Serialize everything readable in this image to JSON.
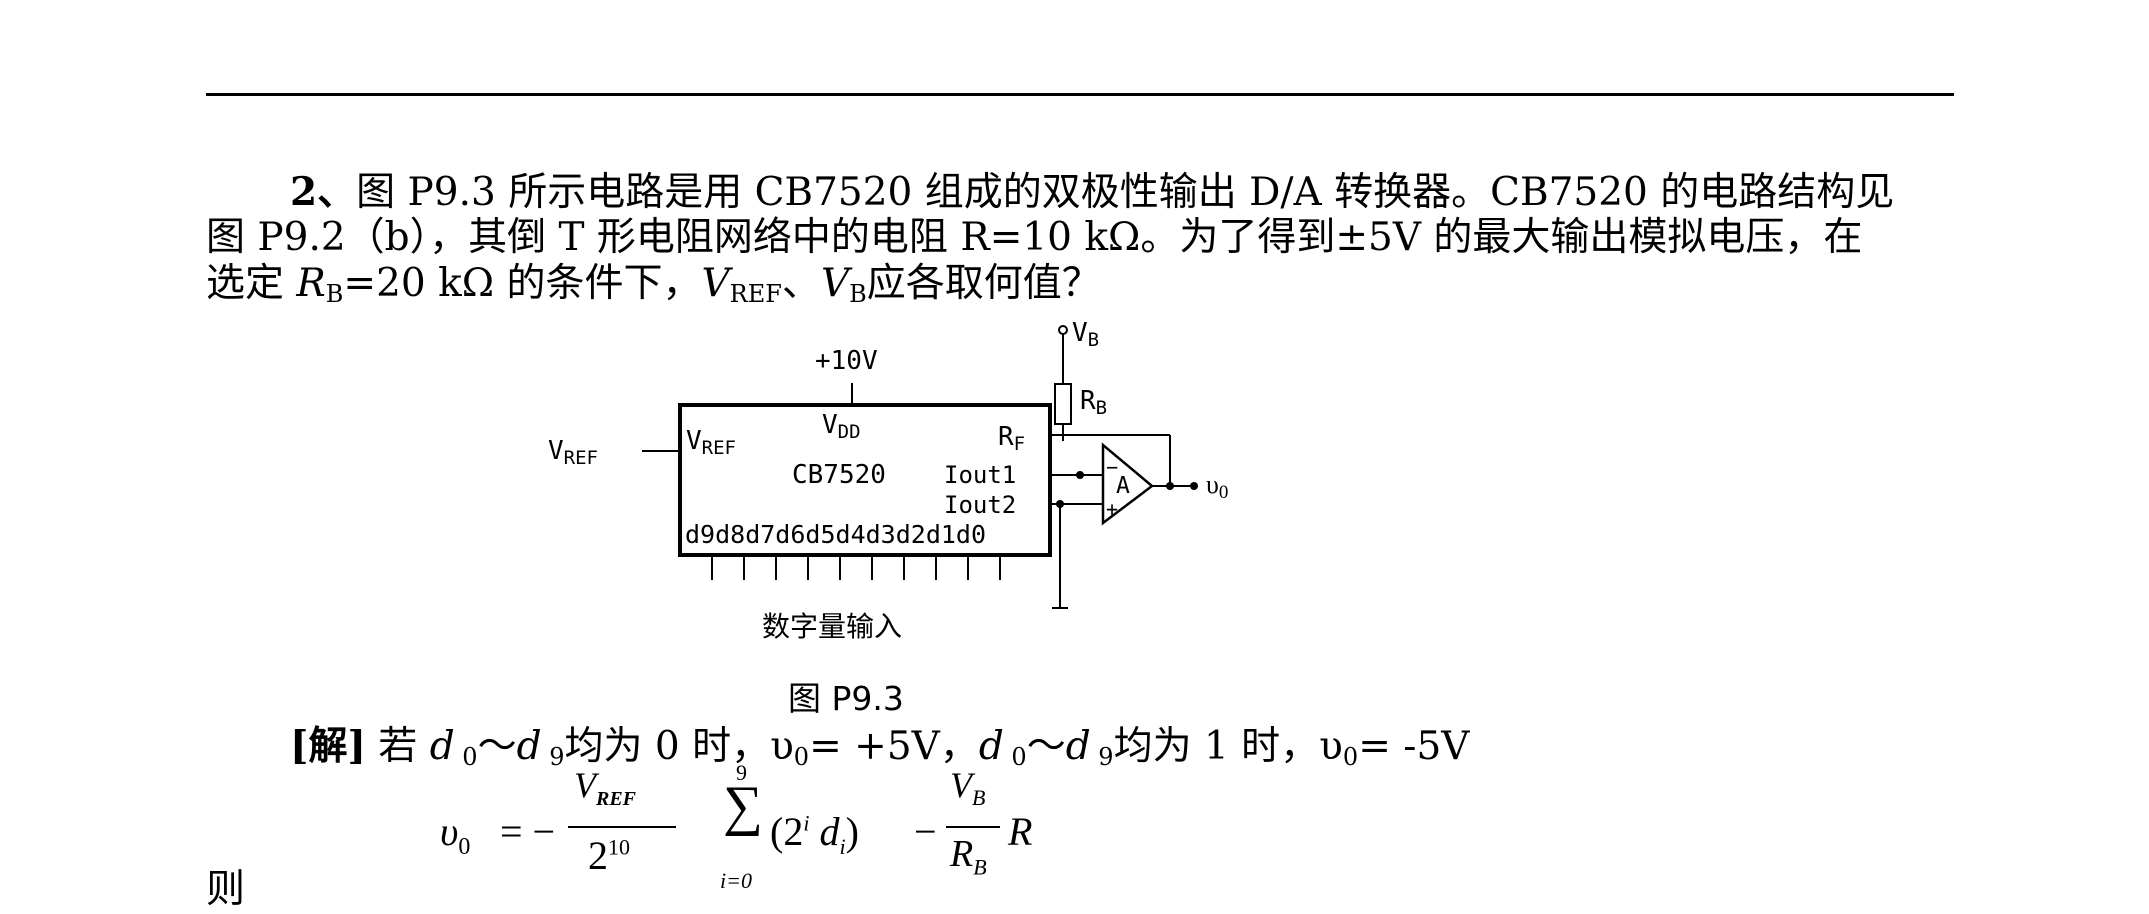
{
  "problem": {
    "line1_number": "2、",
    "line1_text": "图 P9.3 所示电路是用 CB7520 组成的双极性输出 D/A 转换器。CB7520 的电路结构见",
    "line2_text": "图 P9.2（b），其倒 T 形电阻网络中的电阻 R=10 kΩ。为了得到±5V 的最大输出模拟电压，在",
    "line3_a": "选定 ",
    "line3_R": "R",
    "line3_Rsub": "B",
    "line3_b": "=20 kΩ 的条件下，",
    "line3_V1": "V",
    "line3_V1sub": "REF",
    "line3_c": "、",
    "line3_V2": "V",
    "line3_V2sub": "B",
    "line3_d": "应各取何值？"
  },
  "diagram": {
    "vb_label": "V",
    "vb_sub": "B",
    "vdd_supply": "+10V",
    "rb_label": "R",
    "rb_sub": "B",
    "vdd_pin": "V",
    "vdd_sub": "DD",
    "rf_pin": "R",
    "rf_sub": "F",
    "vref_ext": "V",
    "vref_ext_sub": "REF",
    "vref_pin": "V",
    "vref_pin_sub": "REF",
    "chip_name": "CB7520",
    "iout1": "Iout1",
    "iout2": "Iout2",
    "digits": "d9d8d7d6d5d4d3d2d1d0",
    "amp_label": "A",
    "amp_minus": "−",
    "amp_plus": "+",
    "output_label": "υ",
    "output_sub": "0",
    "input_caption": "数字量输入"
  },
  "caption": "图 P9.3",
  "solution": {
    "tag": "[解]",
    "t1": " 若 ",
    "d": "d",
    "sub0": " 0",
    "tilde": "～",
    "sub9": " 9",
    "t2": "均为 0 时，υ",
    "v0sub": "0",
    "t3": "= +5V，",
    "t4": "均为 1 时，υ",
    "t5": "= -5V"
  },
  "formula": {
    "lhs": "υ",
    "lhs_sub": "0",
    "eq": "= −",
    "num1": "V",
    "num1_sub": "REF",
    "den1": "2",
    "den1_sup": "10",
    "sum_top": "9",
    "sum": "∑",
    "sum_bottom": "i=0",
    "term": "(2",
    "term_sup": "i",
    "term_d": " d",
    "term_dsub": "i",
    "term_end": ")",
    "minus": "−",
    "num2": "V",
    "num2_sub": "B",
    "den2": "R",
    "den2_sub": "B",
    "tail": "R"
  },
  "ze": "则"
}
